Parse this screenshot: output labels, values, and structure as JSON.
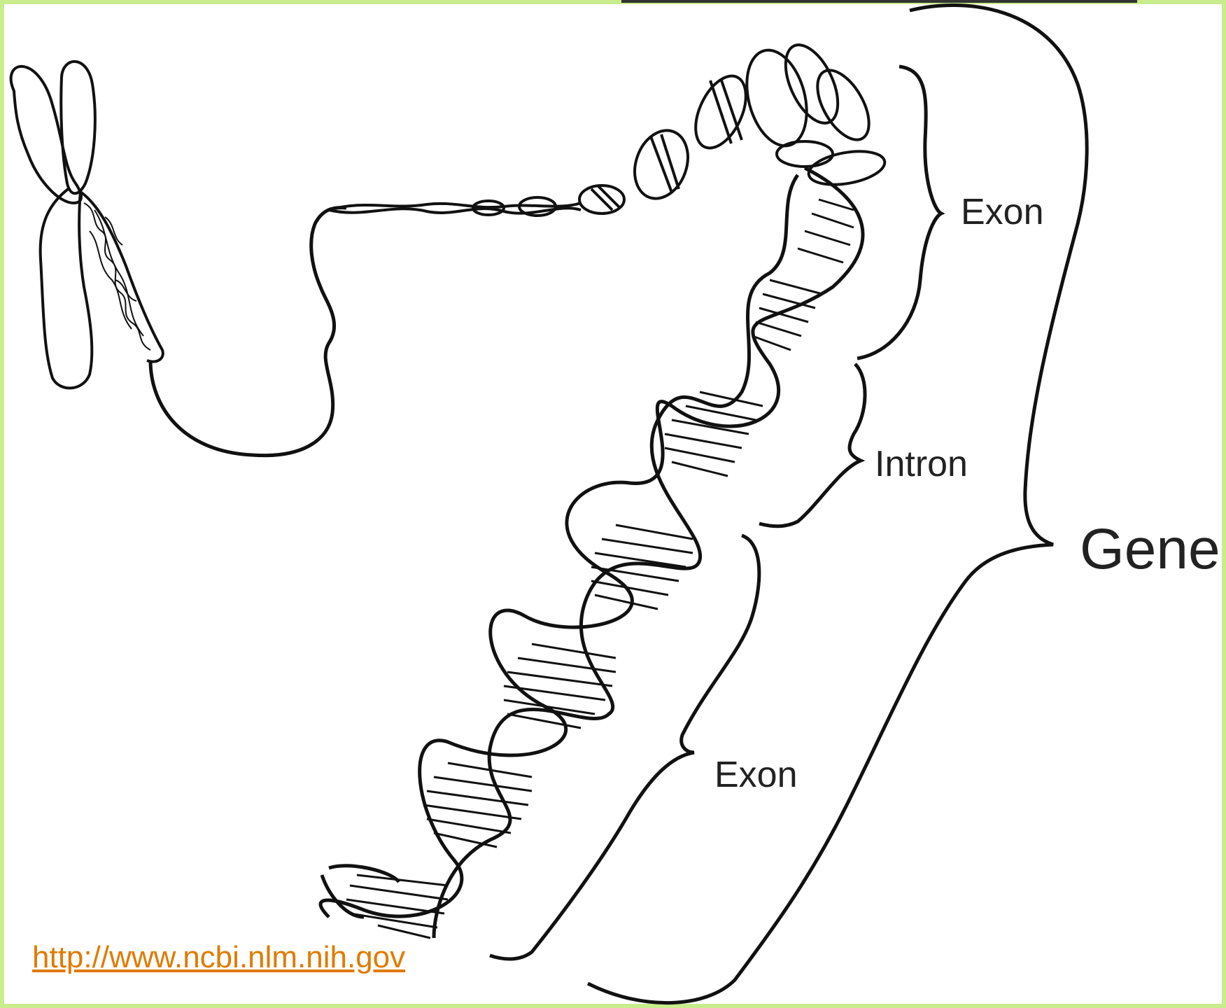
{
  "labels": {
    "exon_top": "Exon",
    "intron": "Intron",
    "gene": "Gene",
    "exon_bottom": "Exon"
  },
  "source_link": "http://www.ncbi.nlm.nih.gov",
  "colors": {
    "frame": "#c9ec8c",
    "link": "#e07b00",
    "ink": "#111111"
  }
}
